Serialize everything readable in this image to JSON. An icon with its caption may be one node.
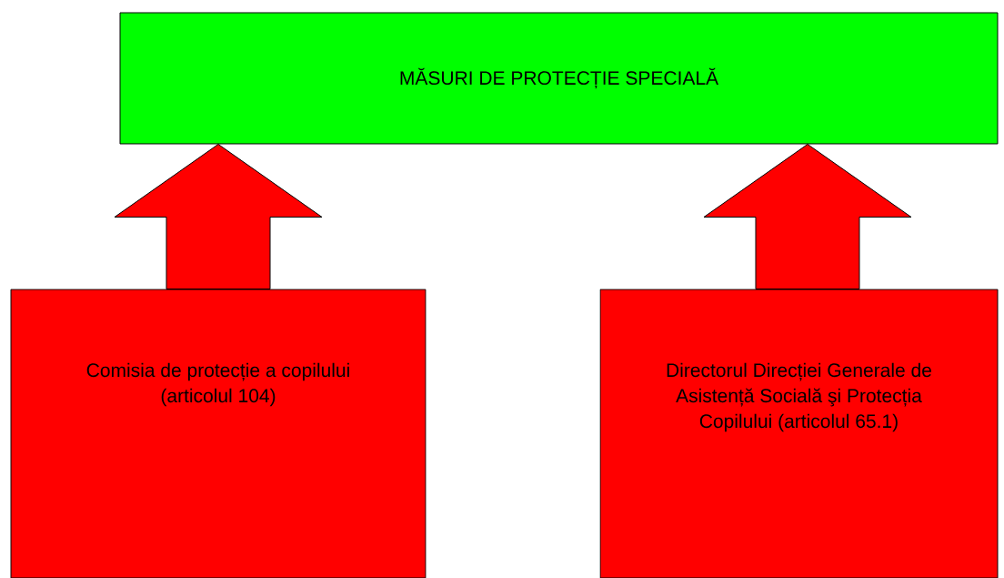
{
  "diagram": {
    "nodes": [
      {
        "text": [
          "MĂSURI DE PROTECȚIE SPECIALĂ"
        ]
      },
      {
        "text": [
          "Comisia de protecție a copilului (articolul 104)"
        ]
      },
      {
        "text": [
          "Directorul Direcției Generale de Asistență Socială şi Protecția Copilului (articolul 65.1)"
        ]
      }
    ],
    "edges": [
      {
        "from": 1,
        "to": 0,
        "arrow": "to"
      },
      {
        "from": 2,
        "to": 0,
        "arrow": "to"
      }
    ]
  }
}
